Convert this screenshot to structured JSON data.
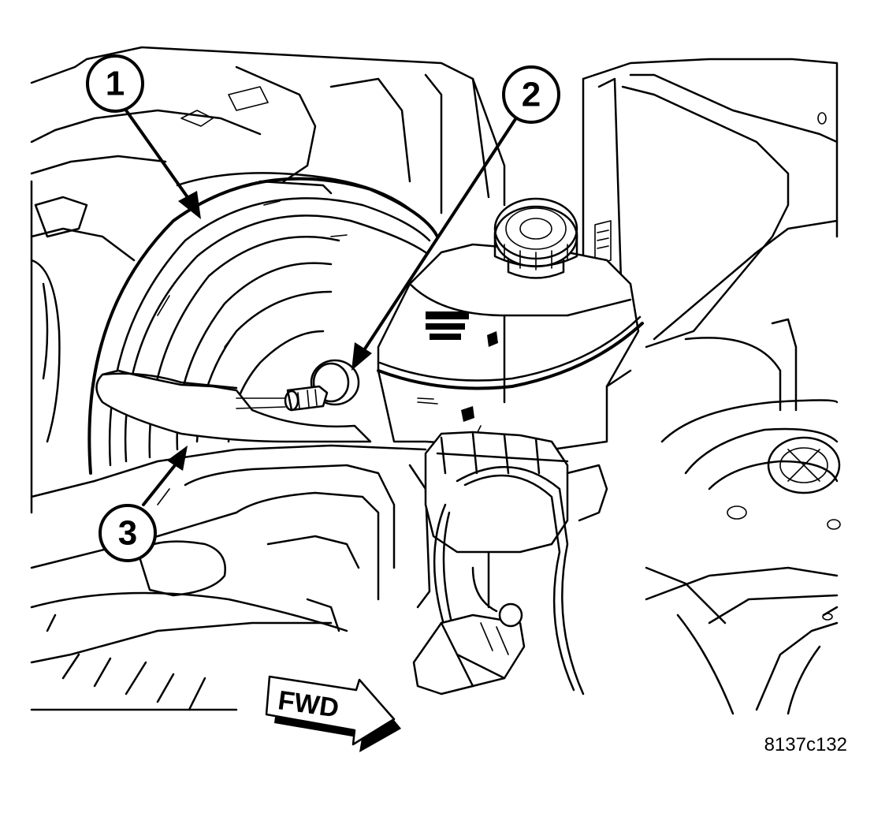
{
  "callouts": [
    {
      "id": "1",
      "label": "1"
    },
    {
      "id": "2",
      "label": "2"
    },
    {
      "id": "3",
      "label": "3"
    }
  ],
  "direction_arrow": {
    "label": "FWD"
  },
  "figure_reference": "8137c132"
}
